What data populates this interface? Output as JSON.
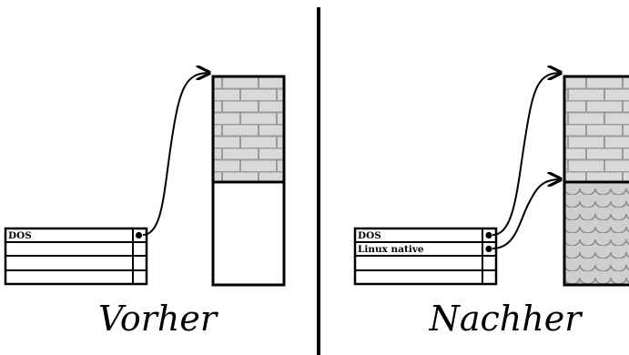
{
  "before": {
    "caption": "Vorher",
    "partition_table": [
      "DOS",
      "",
      "",
      ""
    ]
  },
  "after": {
    "caption": "Nachher",
    "partition_table": [
      "DOS",
      "Linux native",
      "",
      ""
    ]
  },
  "colors": {
    "ink": "#000000",
    "brick_fill": "#d9d9d9",
    "brick_line": "#9a9a9a",
    "scale_fill": "#cfcfcf",
    "scale_line": "#8a8a8a"
  }
}
